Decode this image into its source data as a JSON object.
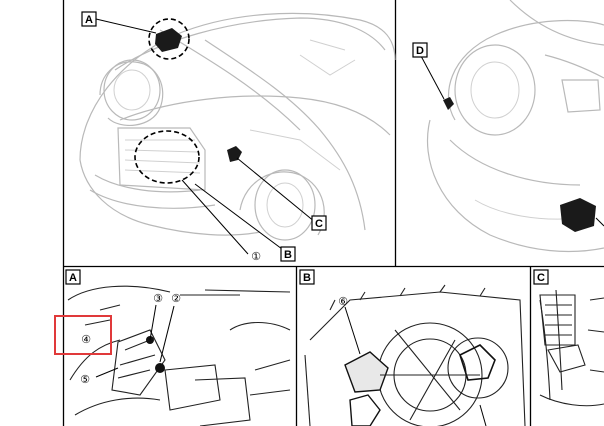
{
  "top_callouts": [
    {
      "id": "callout-a",
      "letter": "A"
    },
    {
      "id": "callout-d",
      "letter": "D"
    },
    {
      "id": "callout-c",
      "letter": "C"
    },
    {
      "id": "callout-b",
      "letter": "B"
    }
  ],
  "top_numbers": {
    "one": "①"
  },
  "panels": [
    {
      "letter": "A",
      "numbers": [
        "③",
        "②",
        "④",
        "⑤"
      ]
    },
    {
      "letter": "B",
      "numbers": [
        "⑥"
      ]
    },
    {
      "letter": "C",
      "numbers": []
    }
  ],
  "highlight_color": "#e0393a"
}
